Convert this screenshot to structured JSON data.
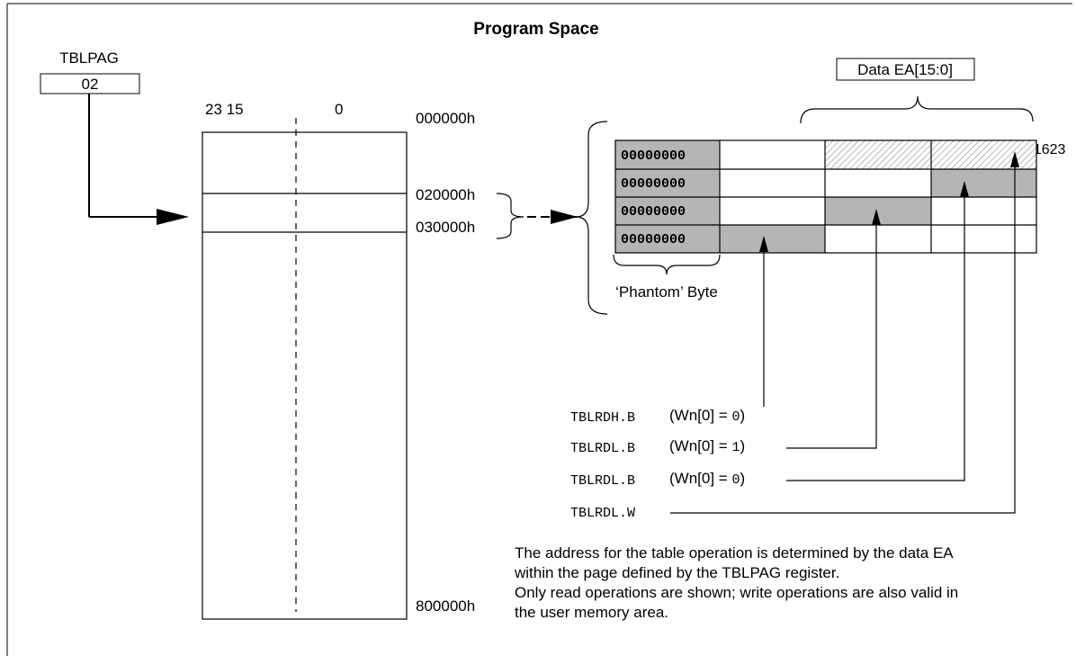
{
  "title": "Program Space",
  "tblpag": {
    "label": "TBLPAG",
    "value": "02"
  },
  "memory": {
    "bit_labels": {
      "high": "23 15",
      "low": "0"
    },
    "addresses": {
      "start": "000000h",
      "a1": "020000h",
      "a2": "030000h",
      "end": "800000h"
    }
  },
  "table": {
    "ea_label": "Data EA[15:0]",
    "top_right_label": "081623",
    "phantom_label": "‘Phantom’ Byte",
    "phantom_values": [
      "00000000",
      "00000000",
      "00000000",
      "00000000"
    ]
  },
  "instructions": [
    {
      "mnemonic": "TBLRDH.B",
      "arg": "(Wn[0] = ",
      "val": "0",
      "close": ")"
    },
    {
      "mnemonic": "TBLRDL.B",
      "arg": "(Wn[0] = ",
      "val": "1",
      "close": ")"
    },
    {
      "mnemonic": "TBLRDL.B",
      "arg": "(Wn[0] = ",
      "val": "0",
      "close": ")"
    },
    {
      "mnemonic": "TBLRDL.W",
      "arg": "",
      "val": "",
      "close": ""
    }
  ],
  "notes": [
    "The address for the table operation is determined by the data EA",
    "within the page defined by the TBLPAG register.",
    "Only read operations are shown; write operations are also valid in",
    "the user memory area."
  ],
  "colors": {
    "shade": "#b5b5b5",
    "stroke": "#000000"
  }
}
